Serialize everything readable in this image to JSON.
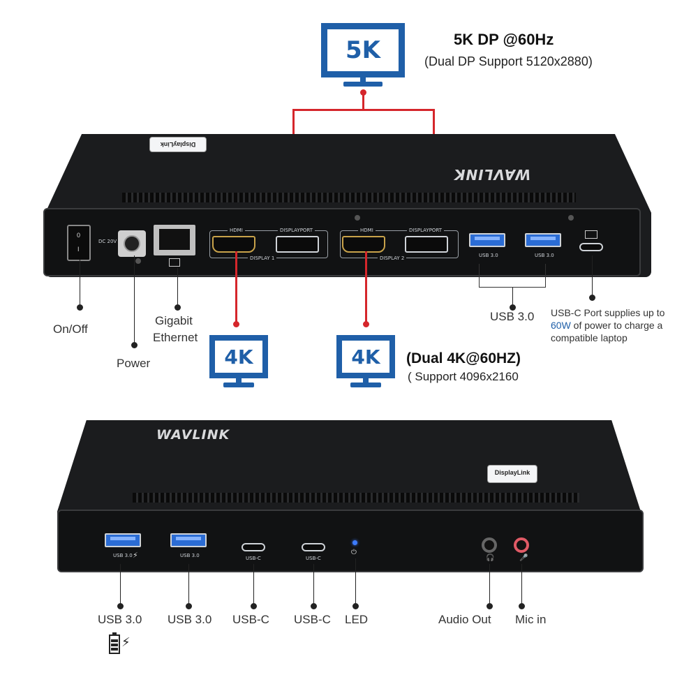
{
  "top_monitor": {
    "label": "5K",
    "title": "5K DP @60Hz",
    "subtitle": "(Dual DP Support 5120x2880)"
  },
  "left_monitor": {
    "label": "4K"
  },
  "right_monitor": {
    "label": "4K",
    "title": "(Dual 4K@60HZ)",
    "subtitle": "( Support 4096x2160"
  },
  "back_panel": {
    "brand": "WAVLINK",
    "badge": "DisplayLink",
    "switch_marks": [
      "0",
      "I"
    ],
    "dc_label": "DC 20V",
    "display1": {
      "port1": "HDMI",
      "port2": "DISPLAYPORT",
      "group": "DISPLAY 1"
    },
    "display2": {
      "port1": "HDMI",
      "port2": "DISPLAYPORT",
      "group": "DISPLAY 2"
    },
    "usb_port_labels": [
      "USB 3.0",
      "USB 3.0"
    ]
  },
  "back_callouts": {
    "onoff": "On/Off",
    "power": "Power",
    "ethernet_line1": "Gigabit",
    "ethernet_line2": "Ethernet",
    "usb30": "USB 3.0",
    "usbc_line1": "USB-C Port supplies up to",
    "usbc_highlight": "60W",
    "usbc_line2_rest": " of power to charge a",
    "usbc_line3": "compatible laptop"
  },
  "front_panel": {
    "brand": "WAVLINK",
    "badge": "DisplayLink",
    "port_labels": [
      "USB 3.0",
      "USB 3.0",
      "USB-C",
      "USB-C"
    ]
  },
  "front_callouts": {
    "usb30_a": "USB 3.0",
    "usb30_b": "USB 3.0",
    "usbc_a": "USB-C",
    "usbc_b": "USB-C",
    "led": "LED",
    "audio_out": "Audio Out",
    "mic_in": "Mic in"
  },
  "colors": {
    "accent_blue": "#1f5fa8",
    "line_red": "#d5262b",
    "port_blue": "#2b6cd4",
    "hub_black": "#1b1c1e"
  },
  "icons": [
    "monitor-icon",
    "ethernet-icon",
    "battery-charging-icon",
    "headphone-icon",
    "microphone-icon",
    "laptop-charge-icon",
    "power-icon"
  ]
}
